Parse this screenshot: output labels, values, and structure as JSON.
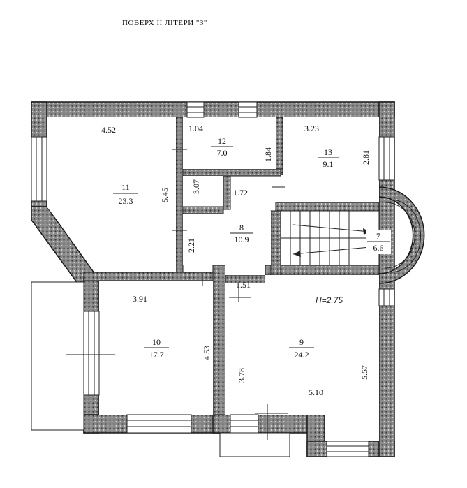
{
  "title": "ПОВЕРХ II ЛІТЕРИ \"З\"",
  "height_note": "H=2.75",
  "rooms": [
    {
      "num": "11",
      "area": "23.3"
    },
    {
      "num": "12",
      "area": "7.0"
    },
    {
      "num": "13",
      "area": "9.1"
    },
    {
      "num": "8",
      "area": "10.9"
    },
    {
      "num": "7",
      "area": "6.6"
    },
    {
      "num": "10",
      "area": "17.7"
    },
    {
      "num": "9",
      "area": "24.2"
    }
  ],
  "dimensions": [
    "4.52",
    "5.45",
    "1.04",
    "1.84",
    "3.07",
    "3.23",
    "2.81",
    "1.72",
    "2.21",
    "1.51",
    "3.91",
    "4.53",
    "3.78",
    "5.57",
    "5.10"
  ]
}
